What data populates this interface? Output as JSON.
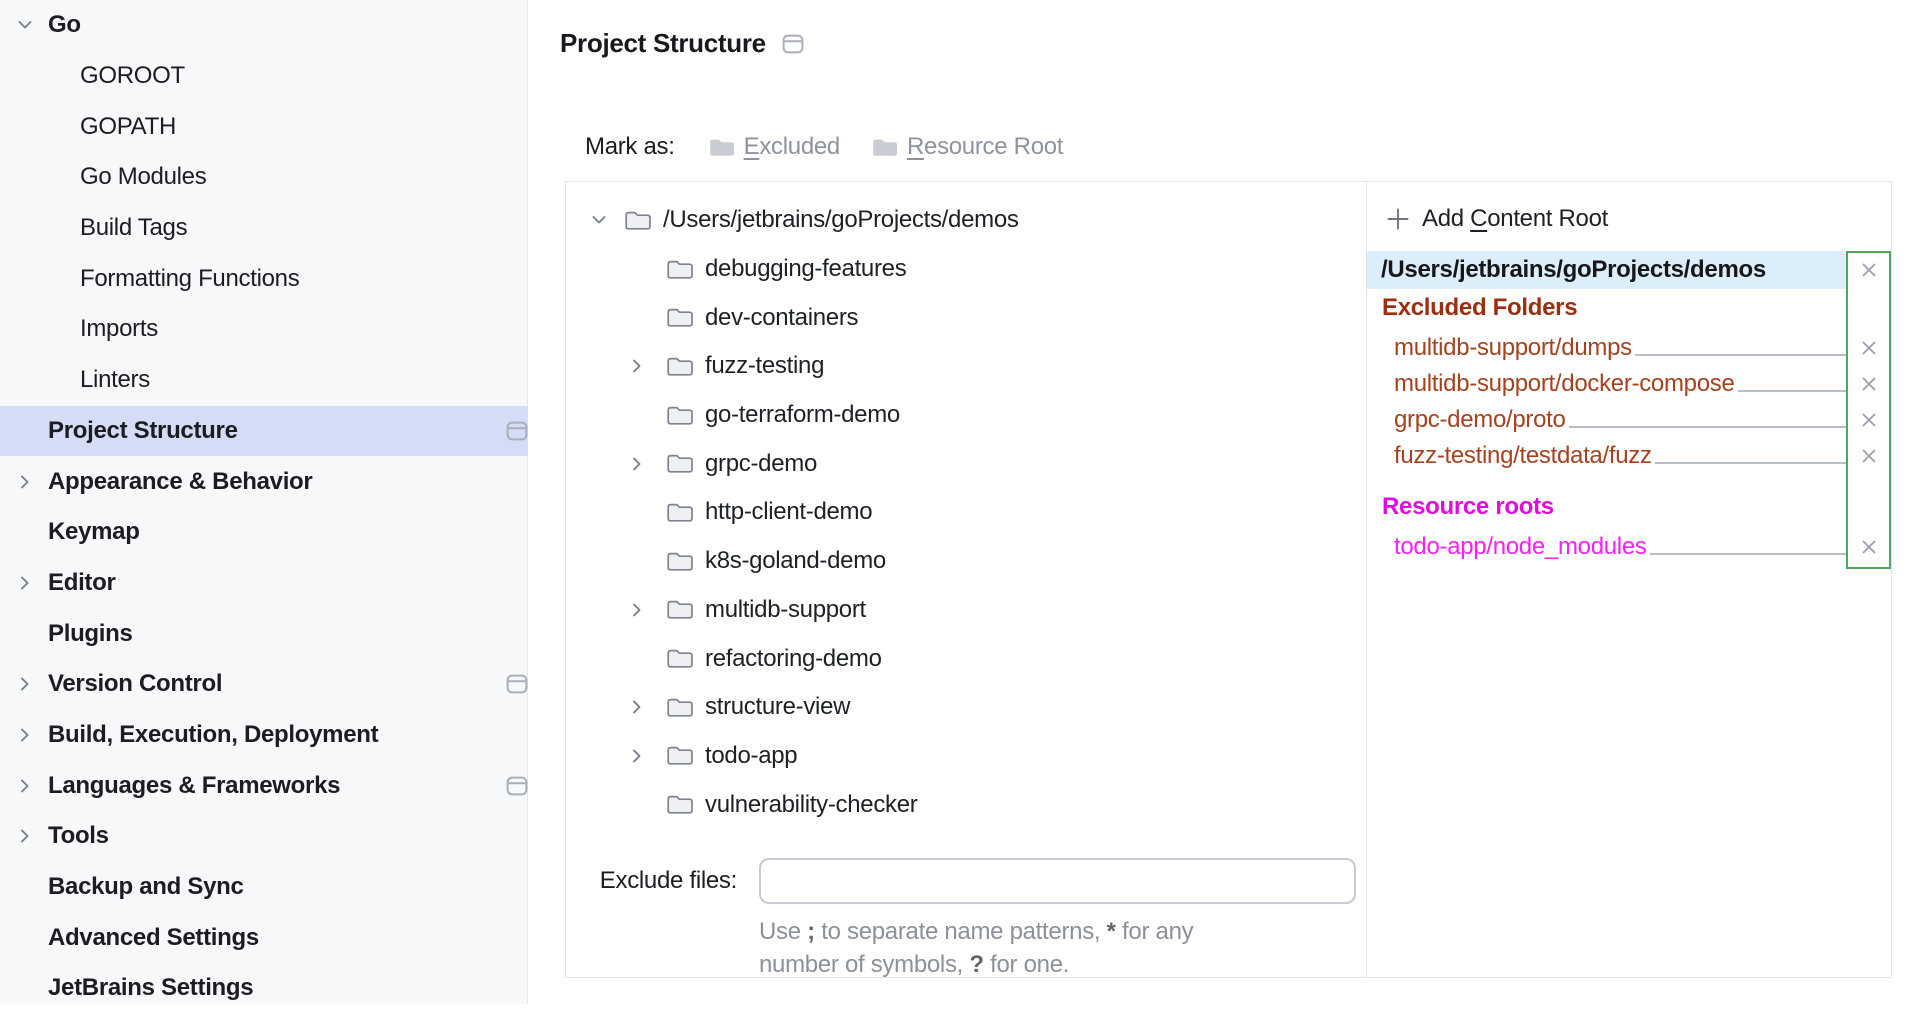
{
  "colors": {
    "sidebar_selection": "#d5dcf6",
    "content_root_selection": "#dbeefa",
    "excluded_heading": "#9b2f0f",
    "excluded_text": "#a5421f",
    "resource_heading": "#e10ce1",
    "resource_text": "#f620f6",
    "remove_column_border": "#4fa85a"
  },
  "sidebar": {
    "items": [
      {
        "label": "Go",
        "level": 0,
        "chevron": "down",
        "modified": false,
        "selected": false
      },
      {
        "label": "GOROOT",
        "level": 1,
        "chevron": null,
        "modified": true,
        "selected": false
      },
      {
        "label": "GOPATH",
        "level": 1,
        "chevron": null,
        "modified": true,
        "selected": false
      },
      {
        "label": "Go Modules",
        "level": 1,
        "chevron": null,
        "modified": true,
        "selected": false
      },
      {
        "label": "Build Tags",
        "level": 1,
        "chevron": null,
        "modified": true,
        "selected": false
      },
      {
        "label": "Formatting Functions",
        "level": 1,
        "chevron": null,
        "modified": true,
        "selected": false
      },
      {
        "label": "Imports",
        "level": 1,
        "chevron": null,
        "modified": true,
        "selected": false
      },
      {
        "label": "Linters",
        "level": 1,
        "chevron": null,
        "modified": true,
        "selected": false
      },
      {
        "label": "Project Structure",
        "level": 0,
        "chevron": null,
        "modified": true,
        "selected": true
      },
      {
        "label": "Appearance & Behavior",
        "level": 0,
        "chevron": "right",
        "modified": false,
        "selected": false
      },
      {
        "label": "Keymap",
        "level": 0,
        "chevron": null,
        "modified": false,
        "selected": false
      },
      {
        "label": "Editor",
        "level": 0,
        "chevron": "right",
        "modified": false,
        "selected": false
      },
      {
        "label": "Plugins",
        "level": 0,
        "chevron": null,
        "modified": false,
        "selected": false
      },
      {
        "label": "Version Control",
        "level": 0,
        "chevron": "right",
        "modified": true,
        "selected": false
      },
      {
        "label": "Build, Execution, Deployment",
        "level": 0,
        "chevron": "right",
        "modified": false,
        "selected": false
      },
      {
        "label": "Languages & Frameworks",
        "level": 0,
        "chevron": "right",
        "modified": true,
        "selected": false
      },
      {
        "label": "Tools",
        "level": 0,
        "chevron": "right",
        "modified": false,
        "selected": false
      },
      {
        "label": "Backup and Sync",
        "level": 0,
        "chevron": null,
        "modified": false,
        "selected": false
      },
      {
        "label": "Advanced Settings",
        "level": 0,
        "chevron": null,
        "modified": false,
        "selected": false
      },
      {
        "label": "JetBrains Settings",
        "level": 0,
        "chevron": null,
        "modified": false,
        "selected": false
      }
    ]
  },
  "main": {
    "title": "Project Structure",
    "mark_as": {
      "label": "Mark as:",
      "buttons": [
        {
          "label": "Excluded",
          "pre": "",
          "u": "E",
          "rest": "xcluded"
        },
        {
          "label": "Resource Root",
          "pre": "",
          "u": "R",
          "rest": "esource Root"
        }
      ]
    },
    "tree": {
      "root": {
        "label": "/Users/jetbrains/goProjects/demos",
        "expanded": true
      },
      "children": [
        {
          "label": "debugging-features",
          "has_children": false
        },
        {
          "label": "dev-containers",
          "has_children": false
        },
        {
          "label": "fuzz-testing",
          "has_children": true
        },
        {
          "label": "go-terraform-demo",
          "has_children": false
        },
        {
          "label": "grpc-demo",
          "has_children": true
        },
        {
          "label": "http-client-demo",
          "has_children": false
        },
        {
          "label": "k8s-goland-demo",
          "has_children": false
        },
        {
          "label": "multidb-support",
          "has_children": true
        },
        {
          "label": "refactoring-demo",
          "has_children": false
        },
        {
          "label": "structure-view",
          "has_children": true
        },
        {
          "label": "todo-app",
          "has_children": true
        },
        {
          "label": "vulnerability-checker",
          "has_children": false
        }
      ]
    },
    "roots": {
      "add": {
        "label": "Add Content Root",
        "pre": "Add ",
        "u": "C",
        "rest": "ontent Root"
      },
      "content_root": "/Users/jetbrains/goProjects/demos",
      "excluded_heading": "Excluded Folders",
      "excluded": [
        "multidb-support/dumps",
        "multidb-support/docker-compose",
        "grpc-demo/proto",
        "fuzz-testing/testdata/fuzz"
      ],
      "resource_heading": "Resource roots",
      "resources": [
        "todo-app/node_modules"
      ]
    },
    "exclude_files": {
      "label": "Exclude files:",
      "value": "",
      "hint": {
        "line1": [
          {
            "t": "Use "
          },
          {
            "t": ";",
            "b": true
          },
          {
            "t": " to separate name patterns, "
          },
          {
            "t": "*",
            "b": true
          },
          {
            "t": " for any"
          }
        ],
        "line2": [
          {
            "t": "number of symbols, "
          },
          {
            "t": "?",
            "b": true
          },
          {
            "t": " for one."
          }
        ]
      }
    },
    "help_label": "?"
  }
}
